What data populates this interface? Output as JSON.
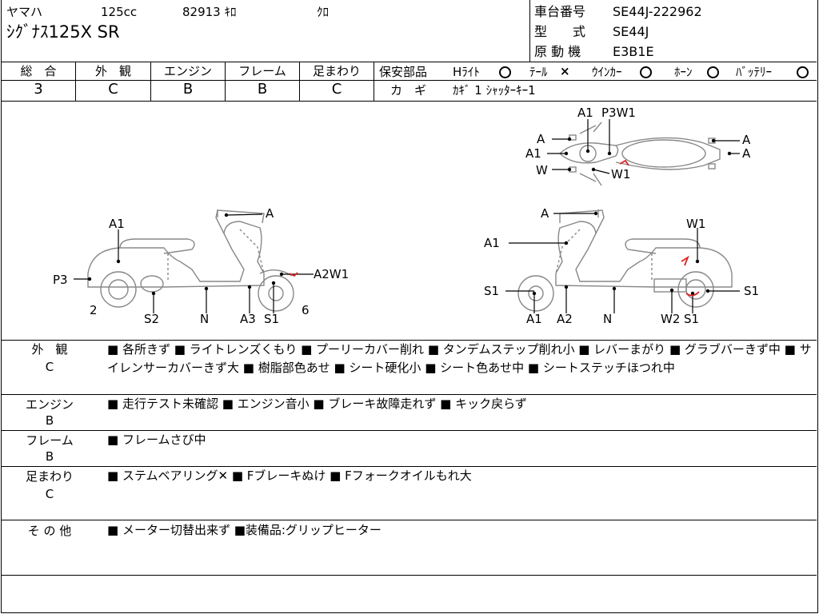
{
  "header": {
    "maker": "ヤマハ",
    "displacement": "125cc",
    "mileage": "82913 ｷﾛ",
    "color": "ｸﾛ",
    "model_name": "ｼｸﾞﾅｽ125X SR",
    "frame_label": "車台番号",
    "frame_value": "SE44J-222962",
    "type_label": "型　　式",
    "type_value": "SE44J",
    "engine_label": "原 動 機",
    "engine_value": "E3B1E"
  },
  "grades": {
    "overall": {
      "label": "総　合",
      "value": "3"
    },
    "exterior": {
      "label": "外　観",
      "value": "C"
    },
    "engine": {
      "label": "エンジン",
      "value": "B"
    },
    "frame": {
      "label": "フレーム",
      "value": "B"
    },
    "suspension": {
      "label": "足まわり",
      "value": "C"
    }
  },
  "safety": {
    "label": "保安部品",
    "headlight": "Hﾗｲﾄ",
    "tail": "ﾃｰﾙ",
    "winker": "ｳｲﾝｶｰ",
    "horn": "ﾎｰﾝ",
    "battery": "ﾊﾞｯﾃﾘｰ",
    "key_label": "カ　ギ",
    "key_value": "ｶｷﾞ 1 ｼｬｯﾀｰｷｰ1"
  },
  "diagram": {
    "top": {
      "a1": "A1",
      "p3w1": "P3W1",
      "a": "A",
      "w": "W",
      "w1": "W1"
    },
    "left": {
      "a": "A",
      "a1": "A1",
      "p3": "P3",
      "a2w1": "A2W1",
      "n2": "2",
      "s2": "S2",
      "n": "N",
      "a3": "A3",
      "s1": "S1",
      "n6": "6"
    },
    "right": {
      "a": "A",
      "a1": "A1",
      "w1": "W1",
      "s1": "S1",
      "a2": "A2",
      "n": "N",
      "w2": "W2"
    }
  },
  "sections": [
    {
      "label": "外　観",
      "grade": "C",
      "text": "■ 各所きず ■ ライトレンズくもり ■ プーリーカバー削れ ■ タンデムステップ削れ小 ■ レバーまがり ■ グラブバーきず中 ■ サイレンサーカバーきず大 ■ 樹脂部色あせ ■ シート硬化小 ■ シート色あせ中 ■ シートステッチほつれ中"
    },
    {
      "label": "エンジン",
      "grade": "B",
      "text": "■ 走行テスト未確認 ■ エンジン音小 ■ ブレーキ故障走れず ■ キック戻らず"
    },
    {
      "label": "フレーム",
      "grade": "B",
      "text": "■ フレームさび中"
    },
    {
      "label": "足まわり",
      "grade": "C",
      "text": "■ ステムベアリング✕ ■ Fブレーキぬけ ■ Fフォークオイルもれ大"
    },
    {
      "label": "そ の 他",
      "grade": "",
      "text": "■ メーター切替出来ず ■装備品:グリップヒーター"
    }
  ]
}
